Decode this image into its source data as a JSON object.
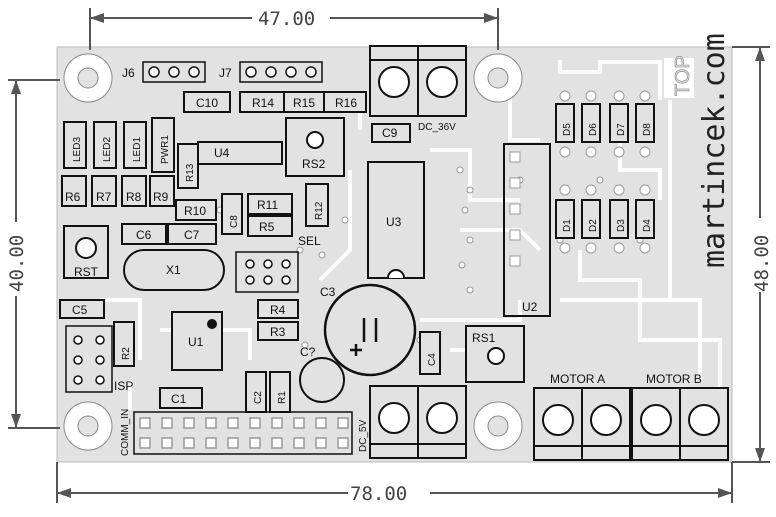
{
  "dimensions": {
    "top": "47.00",
    "bottom": "78.00",
    "left": "40.00",
    "right": "48.00"
  },
  "brand": "martincek.com",
  "side_label": "TOP",
  "labels": {
    "J6": "J6",
    "J7": "J7",
    "C10": "C10",
    "R14": "R14",
    "R15": "R15",
    "R16": "R16",
    "DC_36V": "DC_36V",
    "C9": "C9",
    "LED3": "LED3",
    "LED2": "LED2",
    "LED1": "LED1",
    "PWR1": "PWR1",
    "U4": "U4",
    "RS2": "RS2",
    "R13": "R13",
    "R6": "R6",
    "R7": "R7",
    "R8": "R8",
    "R9": "R9",
    "R10": "R10",
    "R11": "R11",
    "R5": "R5",
    "R12": "R12",
    "C8": "C8",
    "C6": "C6",
    "C7": "C7",
    "SEL": "SEL",
    "U3": "U3",
    "RST": "RST",
    "X1": "X1",
    "C3": "C3",
    "C5": "C5",
    "R4": "R4",
    "R3": "R3",
    "R2": "R2",
    "U1": "U1",
    "Cq": "C?",
    "C4": "C4",
    "RS1": "RS1",
    "U2": "U2",
    "ISP": "ISP",
    "C1": "C1",
    "C2": "C2",
    "R1": "R1",
    "COMM_IN": "COMM_IN",
    "DC_5V": "DC_5V",
    "MOTOR_A": "MOTOR A",
    "MOTOR_B": "MOTOR B",
    "D1": "D1",
    "D2": "D2",
    "D3": "D3",
    "D4": "D4",
    "D5": "D5",
    "D6": "D6",
    "D7": "D7",
    "D8": "D8"
  },
  "colors": {
    "board": "#e2e2e2",
    "silk": "#111111",
    "pad": "#ffffff",
    "dim": "#555555"
  }
}
